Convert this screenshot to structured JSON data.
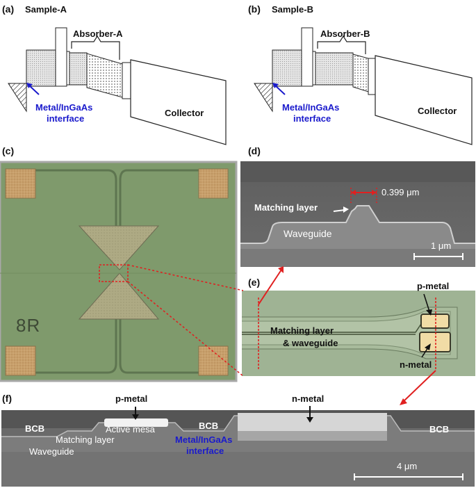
{
  "panels": {
    "a": {
      "letter": "(a)",
      "title": "Sample-A",
      "absorber": "Absorber-A",
      "interface": [
        "Metal/InGaAs",
        "interface"
      ],
      "collector": "Collector"
    },
    "b": {
      "letter": "(b)",
      "title": "Sample-B",
      "absorber": "Absorber-B",
      "interface": [
        "Metal/InGaAs",
        "interface"
      ],
      "collector": "Collector"
    },
    "c": {
      "letter": "(c)",
      "chip_mark": "8R"
    },
    "d": {
      "letter": "(d)",
      "matching_layer": "Matching layer",
      "waveguide": "Waveguide",
      "width": "0.399 μm",
      "scale": "1 μm"
    },
    "e": {
      "letter": "(e)",
      "p_metal": "p-metal",
      "n_metal": "n-metal",
      "matching_waveguide": [
        "Matching layer",
        "& waveguide"
      ]
    },
    "f": {
      "letter": "(f)",
      "p_metal": "p-metal",
      "n_metal": "n-metal",
      "bcb_left": "BCB",
      "bcb_mid": "BCB",
      "bcb_right": "BCB",
      "active_mesa": "Active mesa",
      "matching_layer": "Matching layer",
      "waveguide": "Waveguide",
      "interface": [
        "Metal/InGaAs",
        "interface"
      ],
      "scale": "4 μm"
    }
  },
  "colors": {
    "label_blue": "#1a1acc",
    "arrow_red": "#e02020",
    "chip_green": "#7f9a6c",
    "pad_gold": "#c9a06a",
    "sem_gray": "#7a7a7a"
  }
}
